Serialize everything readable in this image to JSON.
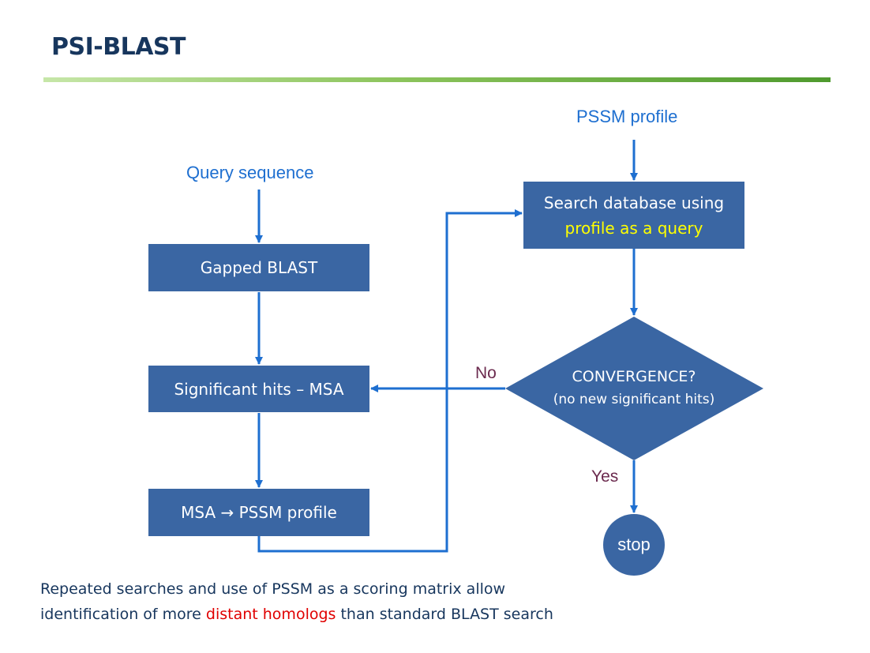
{
  "slide": {
    "title": "PSI-BLAST"
  },
  "diagram": {
    "query_label": "Query sequence",
    "pssm_label": "PSSM profile",
    "gapped_box": "Gapped BLAST",
    "hits_box": "Significant hits – MSA",
    "msa_box": "MSA → PSSM profile",
    "search_box": {
      "line1": "Search database using",
      "line2_highlight": "profile as a query"
    },
    "convergence": {
      "line1": "CONVERGENCE?",
      "line2": "(no new significant hits)"
    },
    "no_label": "No",
    "yes_label": "Yes",
    "stop_label": "stop"
  },
  "footer": {
    "line1": "Repeated searches and use of PSSM as a scoring matrix allow",
    "line2_before": "identification of more ",
    "line2_highlight": "distant homologs",
    "line2_after": " than standard BLAST search"
  },
  "colors": {
    "box_fill": "#3a66a3",
    "connector": "#1e6fd0",
    "highlight_yellow": "#ffff00",
    "highlight_red": "#e00000",
    "title": "#17365d",
    "answer_label": "#6b2a4e"
  }
}
